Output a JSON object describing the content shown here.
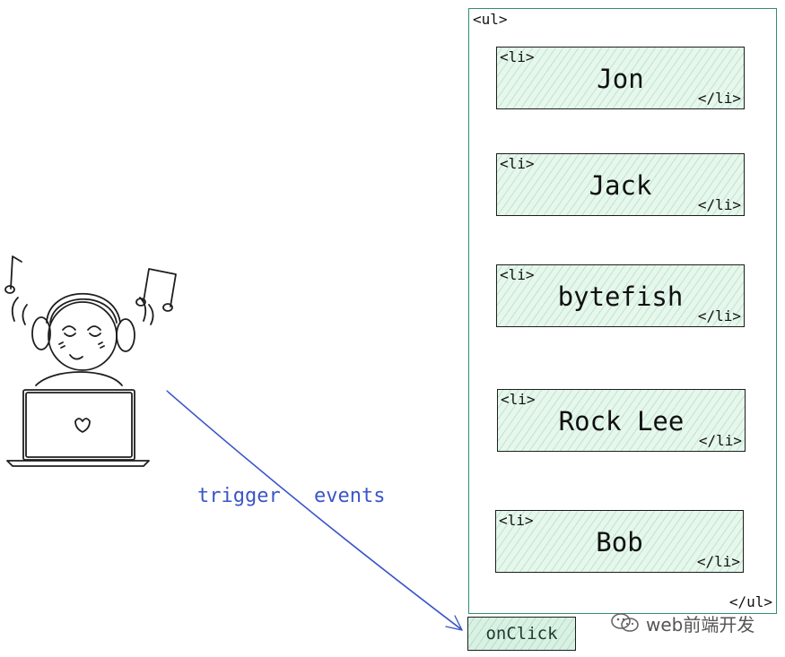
{
  "ul": {
    "open_tag": "<ul>",
    "close_tag": "</ul>"
  },
  "li_tags": {
    "open": "<li>",
    "close": "</li>"
  },
  "items": [
    {
      "name": "Jon"
    },
    {
      "name": "Jack"
    },
    {
      "name": "bytefish"
    },
    {
      "name": "Rock Lee"
    },
    {
      "name": "Bob"
    }
  ],
  "arrow_label": {
    "word1": "trigger",
    "word2": "events"
  },
  "event_box": {
    "label": "onClick"
  },
  "watermark": {
    "text": "web前端开发",
    "icon": "wechat-icon"
  },
  "colors": {
    "container_border": "#2f8f6a",
    "item_fill": "#e6f7ec",
    "arrow": "#3b55c8",
    "label": "#3b55c8"
  }
}
